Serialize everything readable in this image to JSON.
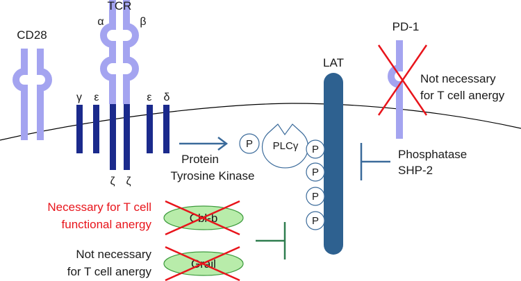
{
  "labels": {
    "cd28": "CD28",
    "tcr": "TCR",
    "alpha": "α",
    "beta": "β",
    "pd1": "PD-1",
    "lat": "LAT",
    "gamma": "γ",
    "epsilon_left": "ε",
    "epsilon_right": "ε",
    "delta": "δ",
    "zeta_left": "ζ",
    "zeta_right": "ζ",
    "plc": "PLCγ",
    "p": "P",
    "ptk_line1": "Protein",
    "ptk_line2": "Tyrosine Kinase",
    "shp2_line1": "Phosphatase",
    "shp2_line2": "SHP-2",
    "pd1_note_line1": "Not necessary",
    "pd1_note_line2": "for T cell anergy",
    "cblb_note_line1": "Necessary for T cell",
    "cblb_note_line2": "functional anergy",
    "grail_note_line1": "Not necessary",
    "grail_note_line2": "for T cell anergy",
    "cblb": "Cbl-b",
    "grail": "Grail"
  },
  "colors": {
    "receptor_light": "#a4a4f0",
    "tcr_dark": "#1b2a8c",
    "lat": "#2e6190",
    "arrow": "#3a6a9a",
    "inhibit_green": "#2e7d4f",
    "ellipse_fill": "#b8ecaa",
    "ellipse_stroke": "#3d9a3d",
    "cross_red": "#e8141b",
    "note_red": "#e8141b"
  }
}
